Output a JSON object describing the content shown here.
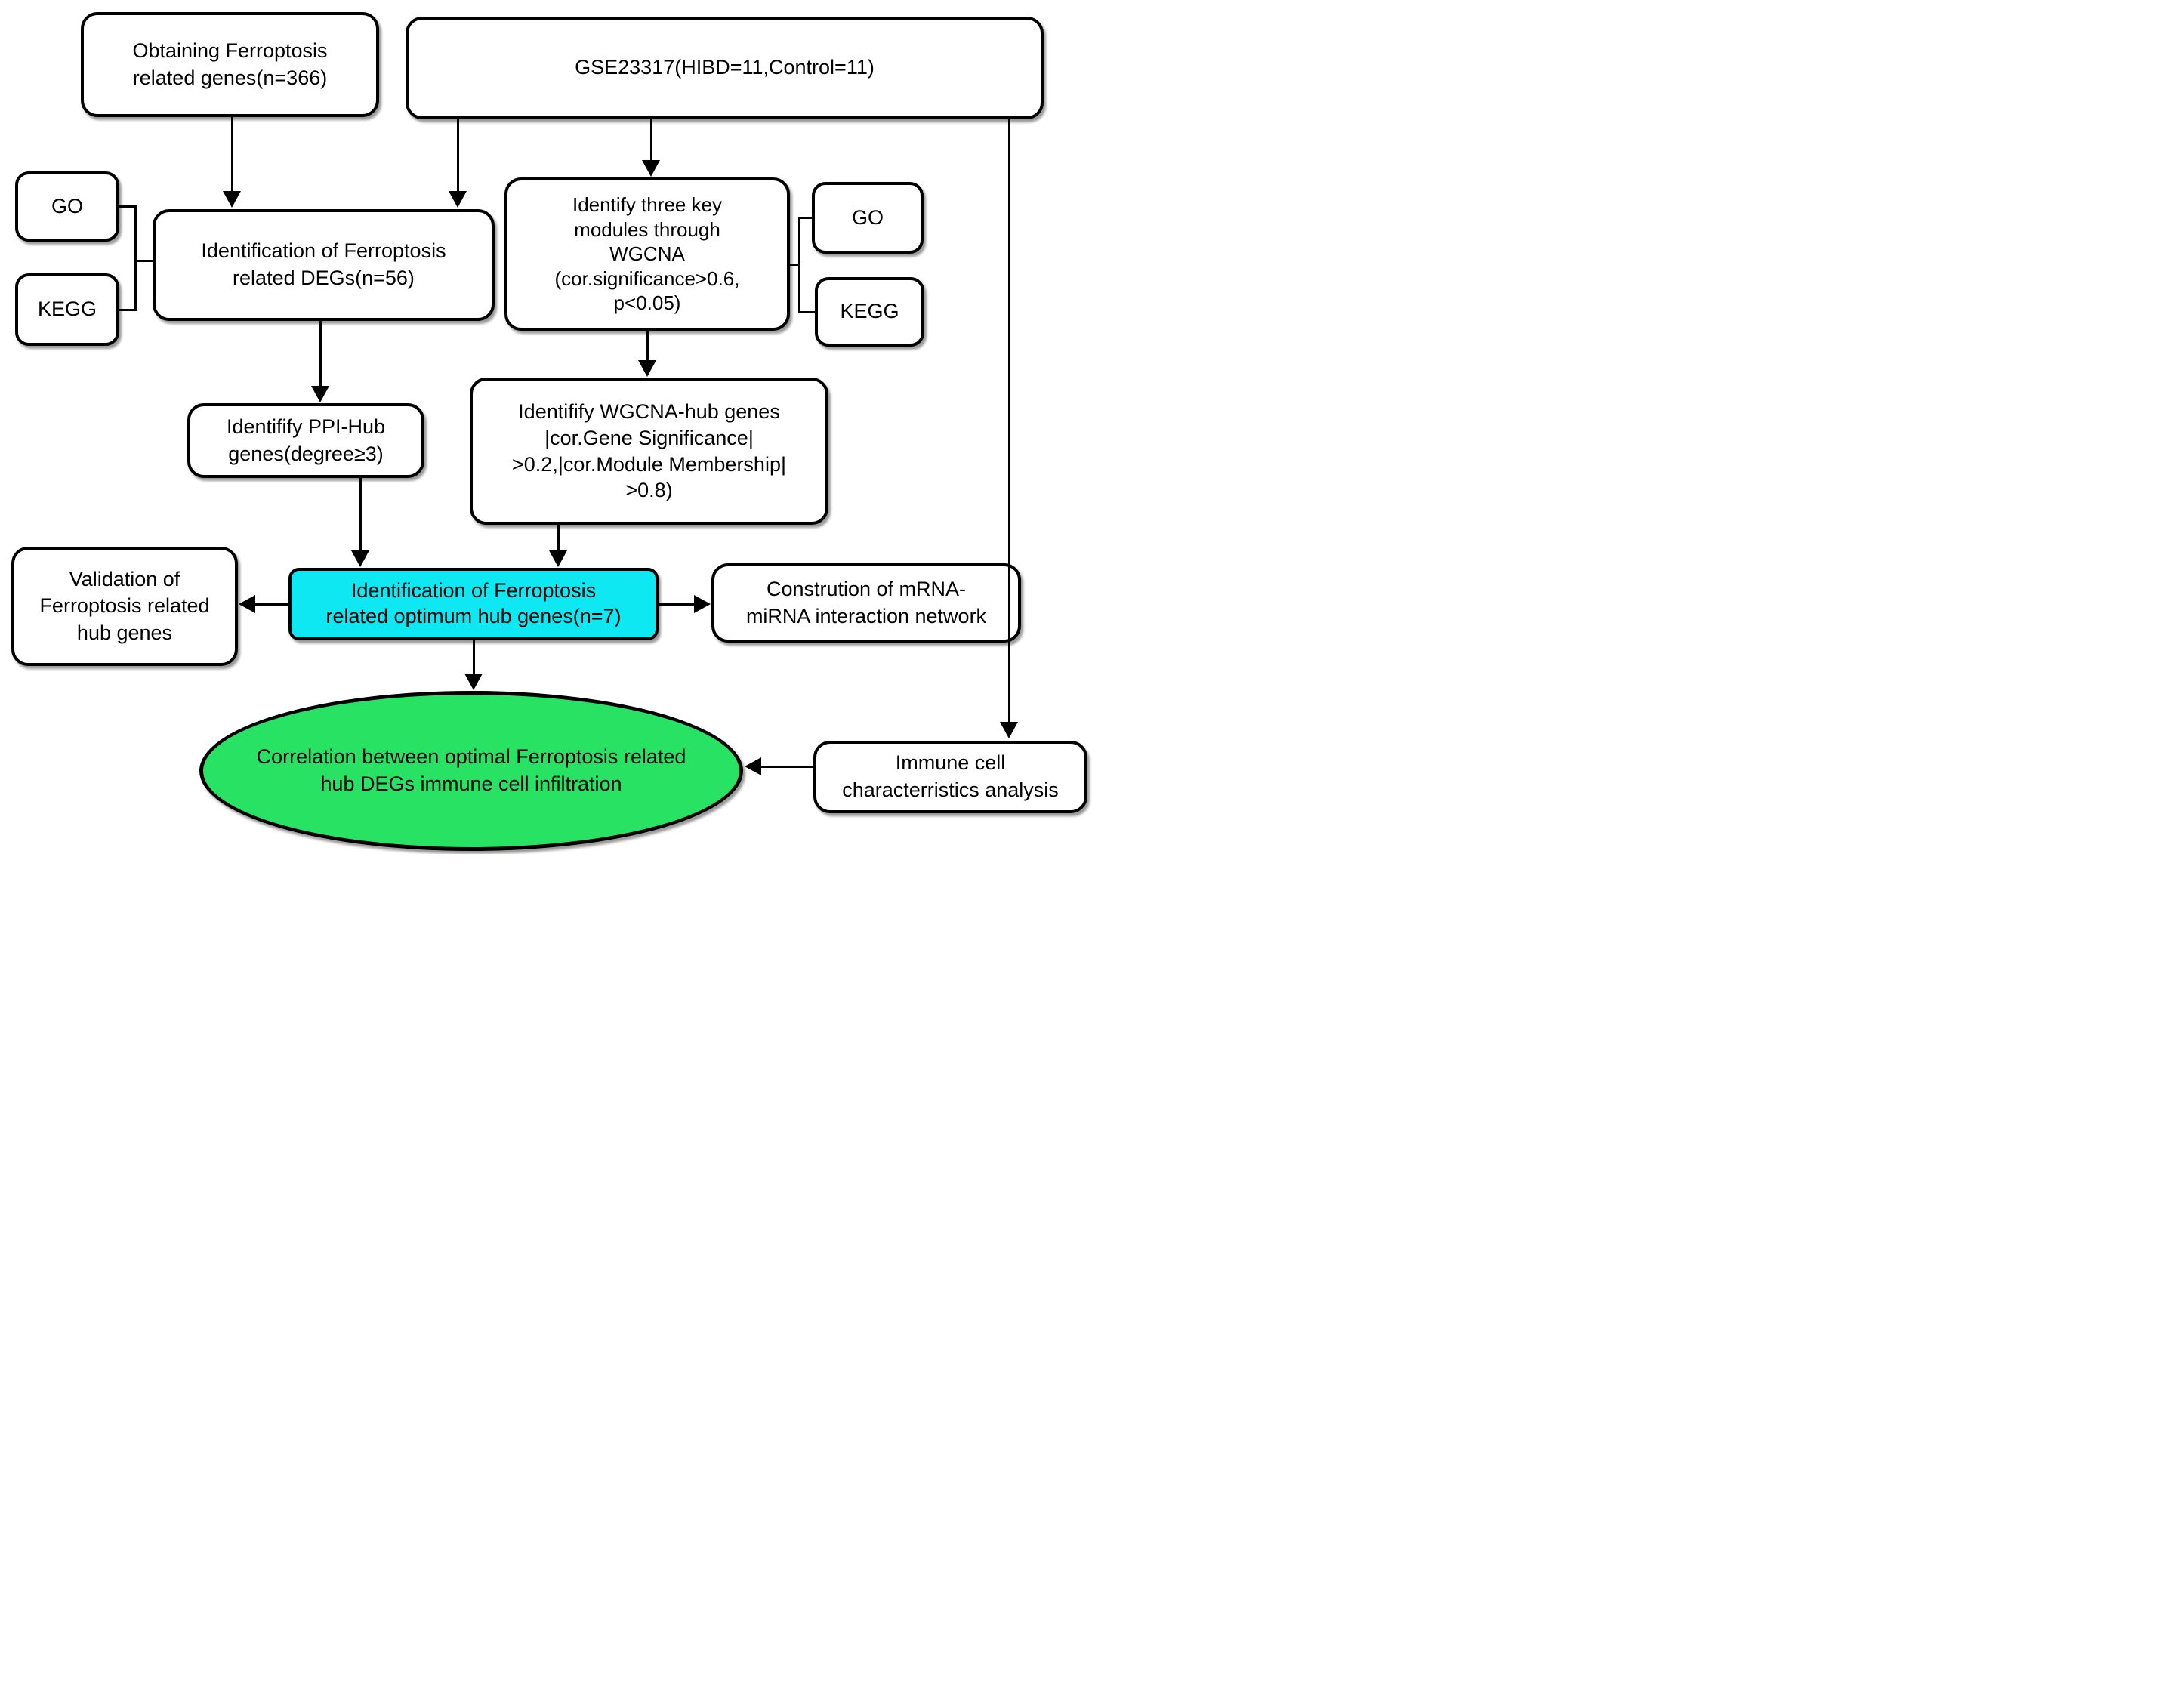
{
  "figure": {
    "type": "flowchart",
    "description": "Study workflow flowchart for ferroptosis-related hub gene identification in HIBD (GSE23317)"
  },
  "colors": {
    "node_fill": "#ffffff",
    "node_stroke": "#000000",
    "text": "#000000",
    "highlight_cyan": "#0de8f2",
    "highlight_green": "#27e263"
  },
  "nodes": {
    "obtaining_genes": "Obtaining Ferroptosis\nrelated genes(n=366)",
    "gse_dataset": "GSE23317(HIBD=11,Control=11)",
    "go_left": "GO",
    "kegg_left": "KEGG",
    "degs": "Identification of Ferroptosis\nrelated DEGs(n=56)",
    "wgcna_modules": "Identify three key\nmodules through\nWGCNA\n(cor.significance>0.6,\np<0.05)",
    "go_right": "GO",
    "kegg_right": "KEGG",
    "ppi_hub": "Identifify PPI-Hub\ngenes(degree≥3)",
    "wgcna_hub": "Identifify WGCNA-hub genes\n|cor.Gene  Significance|\n>0.2,|cor.Module Membership|\n>0.8)",
    "validation": "Validation of\nFerroptosis related\nhub genes",
    "optimum_hub": "Identification of Ferroptosis\nrelated optimum  hub genes(n=7)",
    "mrna_mirna": "Constrution of mRNA-\nmiRNA interaction network",
    "correlation": "Correlation between optimal Ferroptosis related\nhub DEGs immune cell infiltration",
    "immune": "Immune cell\ncharacterristics analysis"
  },
  "edges": [
    {
      "from": "obtaining_genes",
      "to": "degs",
      "type": "arrow"
    },
    {
      "from": "gse_dataset",
      "to": "degs",
      "type": "arrow"
    },
    {
      "from": "gse_dataset",
      "to": "wgcna_modules",
      "type": "arrow"
    },
    {
      "from": "gse_dataset",
      "to": "immune",
      "type": "arrow"
    },
    {
      "from": "go_left",
      "to": "degs",
      "type": "line"
    },
    {
      "from": "kegg_left",
      "to": "degs",
      "type": "line"
    },
    {
      "from": "wgcna_modules",
      "to": "go_right",
      "type": "line"
    },
    {
      "from": "wgcna_modules",
      "to": "kegg_right",
      "type": "line"
    },
    {
      "from": "degs",
      "to": "ppi_hub",
      "type": "arrow"
    },
    {
      "from": "wgcna_modules",
      "to": "wgcna_hub",
      "type": "arrow"
    },
    {
      "from": "ppi_hub",
      "to": "optimum_hub",
      "type": "arrow"
    },
    {
      "from": "wgcna_hub",
      "to": "optimum_hub",
      "type": "arrow"
    },
    {
      "from": "optimum_hub",
      "to": "validation",
      "type": "arrow"
    },
    {
      "from": "optimum_hub",
      "to": "mrna_mirna",
      "type": "arrow"
    },
    {
      "from": "optimum_hub",
      "to": "correlation",
      "type": "arrow"
    },
    {
      "from": "immune",
      "to": "correlation",
      "type": "arrow"
    }
  ]
}
